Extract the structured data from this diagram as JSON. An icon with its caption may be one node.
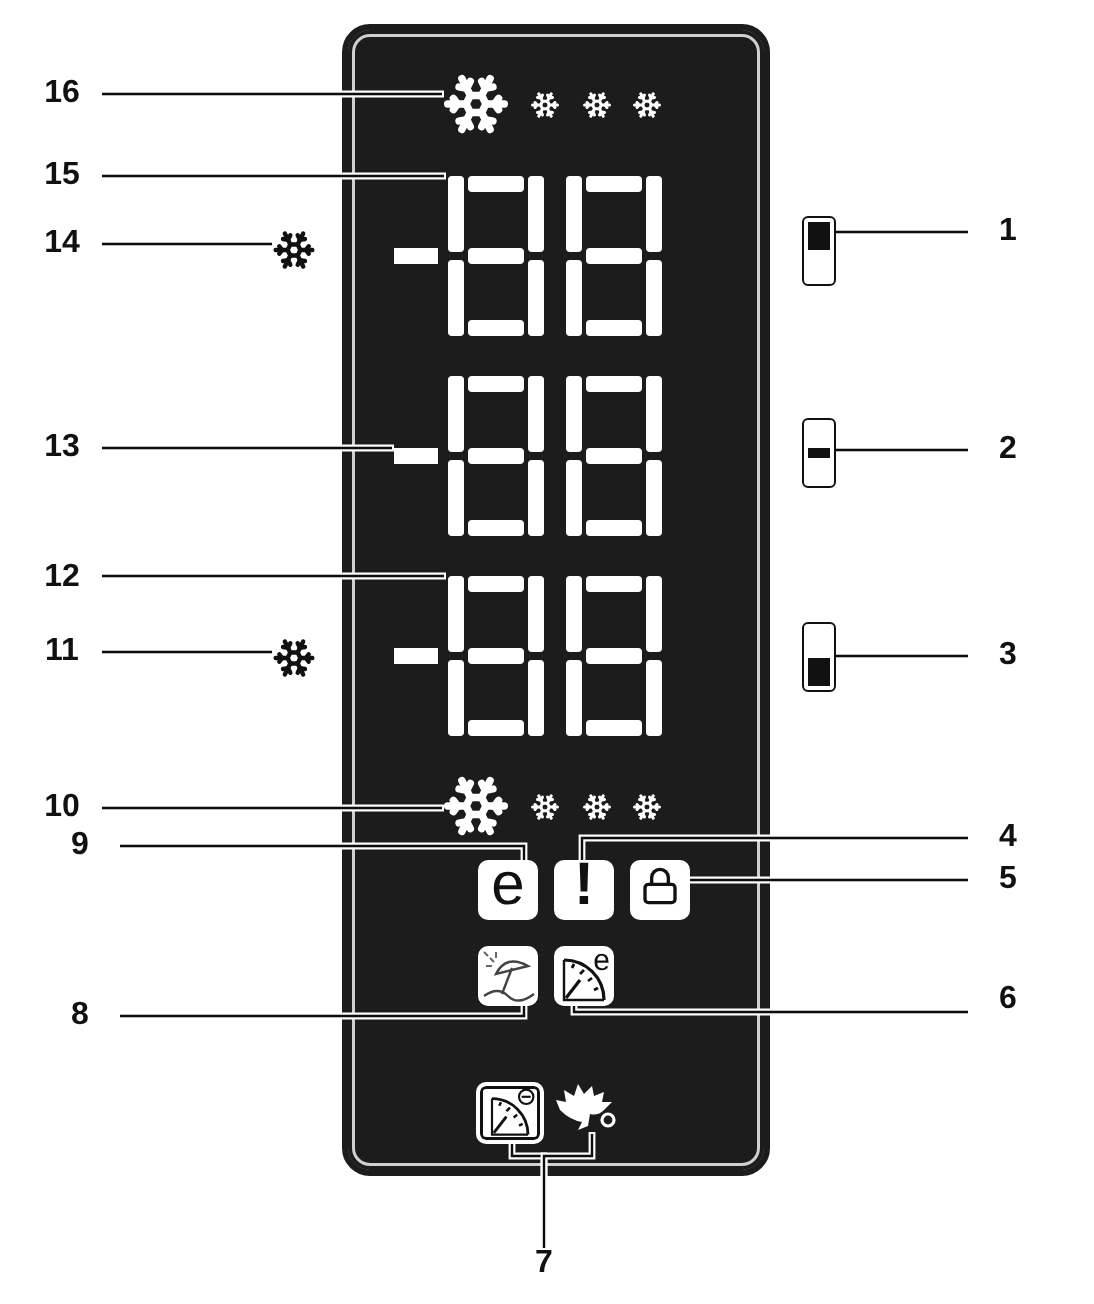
{
  "diagram": {
    "nodes": [
      {
        "text": [
          "16"
        ]
      },
      {
        "text": [],
        "shape": "picture"
      },
      {
        "text": [
          "15"
        ]
      },
      {
        "text": [],
        "shape": "display"
      },
      {
        "text": [
          "14"
        ]
      },
      {
        "text": [],
        "shape": "picture"
      },
      {
        "text": [
          "1"
        ]
      },
      {
        "text": [],
        "shape": "box"
      },
      {
        "text": [
          "13"
        ]
      },
      {
        "text": [],
        "shape": "display"
      },
      {
        "text": [
          "2"
        ]
      },
      {
        "text": [],
        "shape": "box"
      },
      {
        "text": [
          "12"
        ]
      },
      {
        "text": [],
        "shape": "display"
      },
      {
        "text": [
          "11"
        ]
      },
      {
        "text": [],
        "shape": "picture"
      },
      {
        "text": [
          "3"
        ]
      },
      {
        "text": [],
        "shape": "box"
      },
      {
        "text": [
          "10"
        ]
      },
      {
        "text": [],
        "shape": "picture"
      },
      {
        "text": [
          "9"
        ]
      },
      {
        "text": [
          "e"
        ]
      },
      {
        "text": [
          "4"
        ]
      },
      {
        "text": [
          "!"
        ]
      },
      {
        "text": [
          "5"
        ]
      },
      {
        "text": [],
        "shape": "picture"
      },
      {
        "text": [
          "8"
        ]
      },
      {
        "text": [],
        "shape": "picture"
      },
      {
        "text": [
          "6"
        ]
      },
      {
        "text": [
          "e"
        ]
      },
      {
        "text": [
          "7"
        ]
      },
      {
        "text": [],
        "shape": "picture"
      },
      {
        "text": [],
        "shape": "picture"
      }
    ],
    "edges": [
      {
        "from": 0,
        "to": 1,
        "arrow": "none"
      },
      {
        "from": 2,
        "to": 3,
        "arrow": "none"
      },
      {
        "from": 4,
        "to": 5,
        "arrow": "none"
      },
      {
        "from": 6,
        "to": 7,
        "arrow": "none"
      },
      {
        "from": 8,
        "to": 9,
        "arrow": "none"
      },
      {
        "from": 10,
        "to": 11,
        "arrow": "none"
      },
      {
        "from": 12,
        "to": 13,
        "arrow": "none"
      },
      {
        "from": 14,
        "to": 15,
        "arrow": "none"
      },
      {
        "from": 16,
        "to": 17,
        "arrow": "none"
      },
      {
        "from": 18,
        "to": 19,
        "arrow": "none"
      },
      {
        "from": 20,
        "to": 21,
        "arrow": "none"
      },
      {
        "from": 22,
        "to": 23,
        "arrow": "none"
      },
      {
        "from": 24,
        "to": 25,
        "arrow": "none"
      },
      {
        "from": 26,
        "to": 27,
        "arrow": "none"
      },
      {
        "from": 28,
        "to": 29,
        "arrow": "none"
      },
      {
        "from": 30,
        "to": 31,
        "arrow": "none"
      },
      {
        "from": 30,
        "to": 32,
        "arrow": "none"
      }
    ]
  }
}
